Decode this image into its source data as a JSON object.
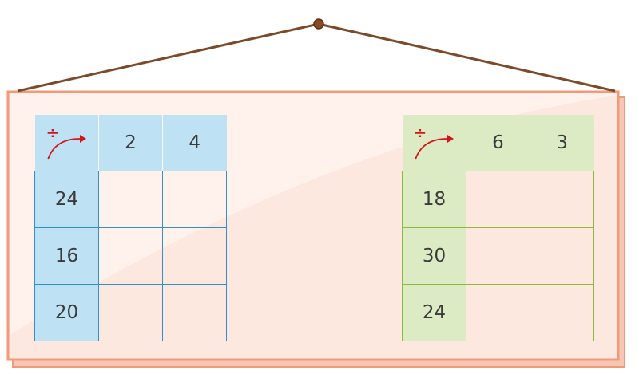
{
  "tables": [
    {
      "color": "#bfe1f4",
      "operator": "÷",
      "columns": [
        "2",
        "4"
      ],
      "rows": [
        {
          "label": "24",
          "cells": [
            "",
            ""
          ]
        },
        {
          "label": "16",
          "cells": [
            "",
            ""
          ]
        },
        {
          "label": "20",
          "cells": [
            "",
            ""
          ]
        }
      ]
    },
    {
      "color": "#dcebc4",
      "operator": "÷",
      "columns": [
        "6",
        "3"
      ],
      "rows": [
        {
          "label": "18",
          "cells": [
            "",
            ""
          ]
        },
        {
          "label": "30",
          "cells": [
            "",
            ""
          ]
        },
        {
          "label": "24",
          "cells": [
            "",
            ""
          ]
        }
      ]
    }
  ],
  "colors": {
    "board": "#fde8df",
    "frame": "#f19a7b",
    "string": "#7b4a2a",
    "arrow": "#d4141d"
  }
}
